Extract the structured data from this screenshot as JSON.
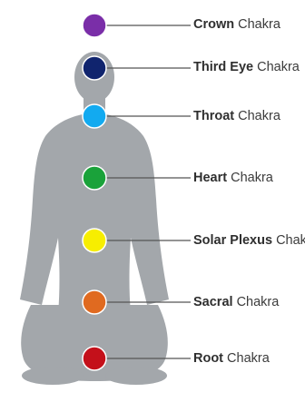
{
  "chakras": [
    {
      "name": "Crown",
      "suffix": "Chakra",
      "color": "#7a2ea8"
    },
    {
      "name": "Third Eye",
      "suffix": "Chakra",
      "color": "#10246e"
    },
    {
      "name": "Throat",
      "suffix": "Chakra",
      "color": "#12aaf0"
    },
    {
      "name": "Heart",
      "suffix": "Chakra",
      "color": "#1aa23a"
    },
    {
      "name": "Solar Plexus",
      "suffix": "Chakra",
      "color": "#f7ee00"
    },
    {
      "name": "Sacral",
      "suffix": "Chakra",
      "color": "#e06a20"
    },
    {
      "name": "Root",
      "suffix": "Chakra",
      "color": "#c4101a"
    }
  ],
  "colors": {
    "silhouette": "#a3a7ab",
    "connector_line": "#555555"
  }
}
